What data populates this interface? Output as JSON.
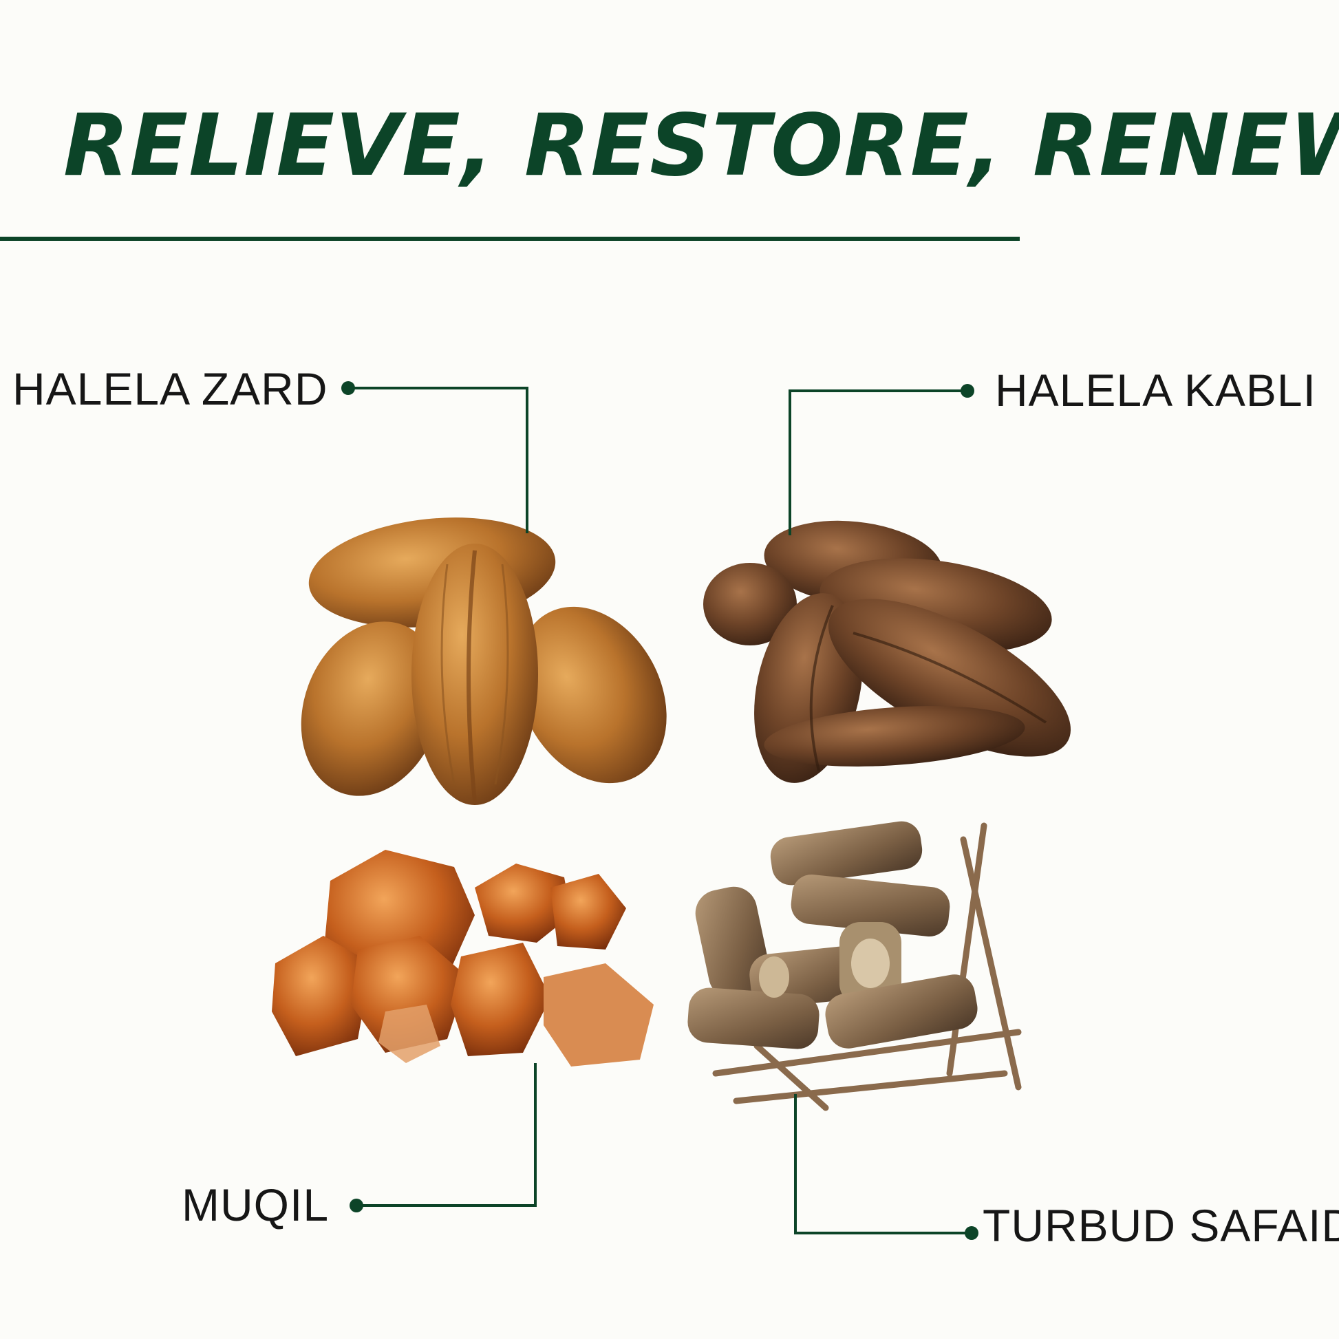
{
  "headline": "RELIEVE, RESTORE, RENEW",
  "colors": {
    "brand_green": "#0c4428",
    "label_text": "#161616",
    "background": "#fcfcf9"
  },
  "ingredients": [
    {
      "label": "HALELA ZARD",
      "image": "light-brown-myrobalan-fruits"
    },
    {
      "label": "HALELA KABLI",
      "image": "dark-brown-myrobalan-fruits"
    },
    {
      "label": "MUQIL",
      "image": "amber-resin-gum-pieces"
    },
    {
      "label": "TURBUD SAFAID",
      "image": "dried-root-pieces"
    }
  ]
}
